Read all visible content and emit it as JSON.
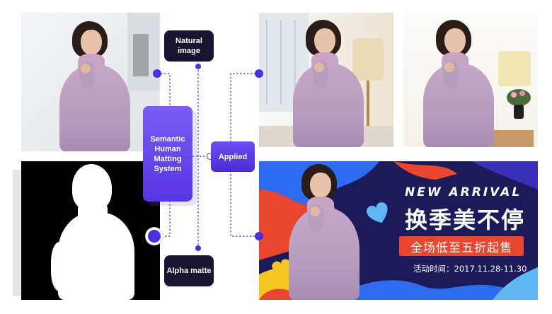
{
  "nodes": {
    "natural_image": "Natural image",
    "system": "Semantic Human Matting System",
    "applied": "Applied",
    "alpha_matte": "Alpha matte"
  },
  "banner": {
    "title_en": "NEW ARRIVAL",
    "title_zh": "换季美不停",
    "sale": "全场低至五折起售",
    "date": "活动时间：2017.11.28-11.30"
  },
  "colors": {
    "accent": "#4a2fe0",
    "node_dark": "#181432",
    "banner_bg": "#1d1a5a",
    "banner_red": "#e9462f",
    "banner_blue": "#2d6cf0",
    "banner_yellow": "#f5c61f",
    "banner_cyan": "#5fb8f5"
  },
  "icons": [
    "connector-dot-icon",
    "heart-icon-blue",
    "heart-icon-yellow",
    "plant-icon"
  ]
}
